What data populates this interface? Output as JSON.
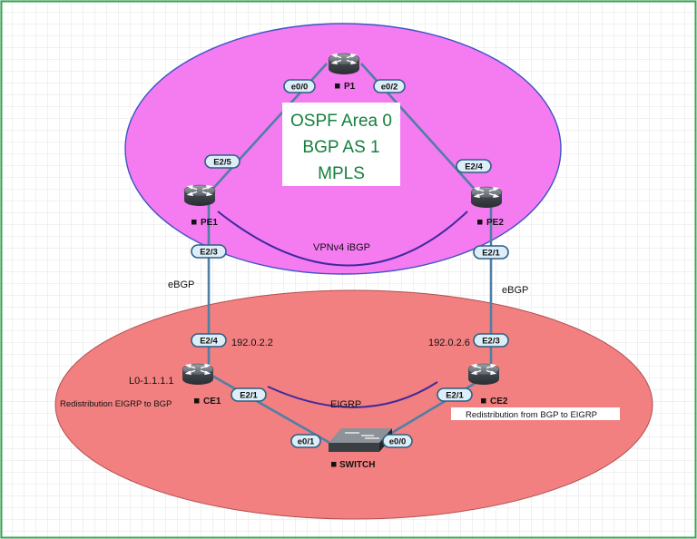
{
  "colors": {
    "frame": "#2fa84f",
    "core_area": "#f57bf1",
    "core_border": "#3c55c7",
    "customer_area": "#f28080",
    "link": "#4f7fa6",
    "session_curve": "#3f2a9c",
    "center_text": "#15803d"
  },
  "core": {
    "lines": [
      "OSPF Area 0",
      "BGP AS 1",
      "MPLS"
    ]
  },
  "devices": {
    "p1": {
      "name": "P1",
      "icon": "router-icon"
    },
    "pe1": {
      "name": "PE1",
      "icon": "router-icon"
    },
    "pe2": {
      "name": "PE2",
      "icon": "router-icon"
    },
    "ce1": {
      "name": "CE1",
      "icon": "router-icon"
    },
    "ce2": {
      "name": "CE2",
      "icon": "router-icon"
    },
    "switch": {
      "name": "SWITCH",
      "icon": "switch-icon"
    }
  },
  "interfaces": {
    "p1_left": "e0/0",
    "p1_right": "e0/2",
    "pe1_top": "E2/5",
    "pe2_top": "E2/4",
    "pe1_bottom": "E2/3",
    "pe2_bottom": "E2/1",
    "ce1_top": "E2/4",
    "ce2_top": "E2/3",
    "ce1_right": "E2/1",
    "ce2_left": "E2/1",
    "sw_left": "e0/1",
    "sw_right": "e0/0"
  },
  "labels": {
    "vpnv4": "VPNv4 iBGP",
    "ebgp_left": "eBGP",
    "ebgp_right": "eBGP",
    "eigrp": "EIGRP",
    "ce1_ip": "192.0.2.2",
    "ce2_ip": "192.0.2.6",
    "loopback": "L0-1.1.1.1",
    "redistribution_ce1": "Redistribution EIGRP to BGP",
    "redistribution_ce2": "Redistribution from BGP to EIGRP"
  }
}
